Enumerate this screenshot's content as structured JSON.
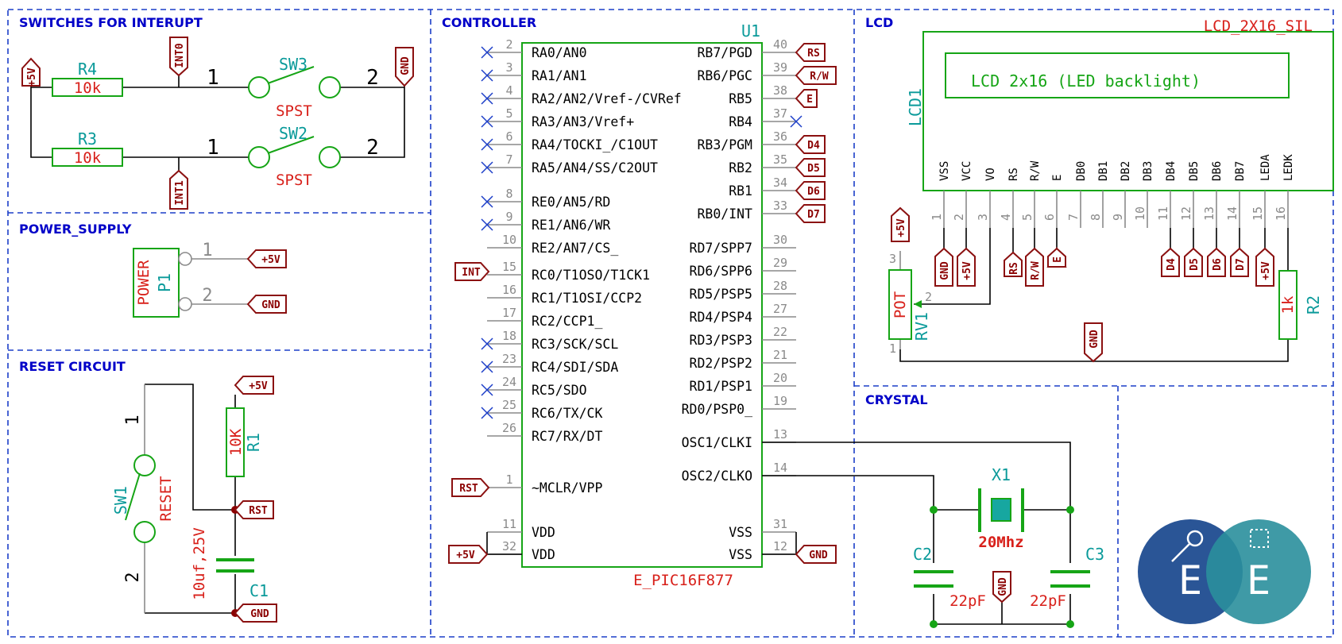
{
  "sections": {
    "switches": "SWITCHES FOR INTERUPT",
    "power": "POWER_SUPPLY",
    "reset": "RESET CIRCUIT",
    "controller": "CONTROLLER",
    "lcd": "LCD",
    "crystal": "CRYSTAL"
  },
  "labels": {
    "p5v": "+5V",
    "gnd": "GND",
    "int0": "INT0",
    "int1": "INT1",
    "int": "INT",
    "rst": "RST",
    "rs": "RS",
    "rw": "R/W",
    "e": "E",
    "d4": "D4",
    "d5": "D5",
    "d6": "D6",
    "d7": "D7"
  },
  "components": {
    "r4": {
      "ref": "R4",
      "value": "10k"
    },
    "r3": {
      "ref": "R3",
      "value": "10k"
    },
    "sw3": {
      "ref": "SW3",
      "value": "SPST",
      "pin1": "1",
      "pin2": "2"
    },
    "sw2": {
      "ref": "SW2",
      "value": "SPST",
      "pin1": "1",
      "pin2": "2"
    },
    "p1": {
      "ref": "P1",
      "value": "POWER",
      "pin1": "1",
      "pin2": "2"
    },
    "sw1": {
      "ref": "SW1",
      "value": "RESET",
      "pin1": "1",
      "pin2": "2"
    },
    "r1": {
      "ref": "R1",
      "value": "10K"
    },
    "c1": {
      "ref": "C1",
      "value": "10uf,25V"
    },
    "u1": {
      "ref": "U1",
      "value": "E_PIC16F877"
    },
    "lcd1": {
      "ref": "LCD1",
      "value": "LCD_2X16_SIL",
      "screen": "LCD 2x16 (LED backlight)"
    },
    "rv1": {
      "ref": "RV1",
      "value": "POT",
      "pin1": "1",
      "pin2": "2",
      "pin3": "3"
    },
    "r2": {
      "ref": "R2",
      "value": "1k"
    },
    "x1": {
      "ref": "X1",
      "value": "20Mhz"
    },
    "c2": {
      "ref": "C2",
      "value": "22pF"
    },
    "c3": {
      "ref": "C3",
      "value": "22pF"
    }
  },
  "u1_left": [
    {
      "num": "2",
      "name": "RA0/AN0"
    },
    {
      "num": "3",
      "name": "RA1/AN1"
    },
    {
      "num": "4",
      "name": "RA2/AN2/Vref-/CVRef"
    },
    {
      "num": "5",
      "name": "RA3/AN3/Vref+"
    },
    {
      "num": "6",
      "name": "RA4/TOCKI_/C1OUT"
    },
    {
      "num": "7",
      "name": "RA5/AN4/SS/C2OUT"
    },
    {
      "num": "8",
      "name": "RE0/AN5/RD"
    },
    {
      "num": "9",
      "name": "RE1/AN6/WR"
    },
    {
      "num": "10",
      "name": "RE2/AN7/CS_"
    },
    {
      "num": "15",
      "name": "RC0/T1OSO/T1CK1"
    },
    {
      "num": "16",
      "name": "RC1/T1OSI/CCP2"
    },
    {
      "num": "17",
      "name": "RC2/CCP1_"
    },
    {
      "num": "18",
      "name": "RC3/SCK/SCL"
    },
    {
      "num": "23",
      "name": "RC4/SDI/SDA"
    },
    {
      "num": "24",
      "name": "RC5/SDO"
    },
    {
      "num": "25",
      "name": "RC6/TX/CK"
    },
    {
      "num": "26",
      "name": "RC7/RX/DT"
    },
    {
      "num": "1",
      "name": "~MCLR/VPP"
    },
    {
      "num": "11",
      "name": "VDD"
    },
    {
      "num": "32",
      "name": "VDD"
    }
  ],
  "u1_right": [
    {
      "num": "40",
      "name": "RB7/PGD"
    },
    {
      "num": "39",
      "name": "RB6/PGC"
    },
    {
      "num": "38",
      "name": "RB5"
    },
    {
      "num": "37",
      "name": "RB4"
    },
    {
      "num": "36",
      "name": "RB3/PGM"
    },
    {
      "num": "35",
      "name": "RB2"
    },
    {
      "num": "34",
      "name": "RB1"
    },
    {
      "num": "33",
      "name": "RB0/INT"
    },
    {
      "num": "30",
      "name": "RD7/SPP7"
    },
    {
      "num": "29",
      "name": "RD6/SPP6"
    },
    {
      "num": "28",
      "name": "RD5/PSP5"
    },
    {
      "num": "27",
      "name": "RD4/PSP4"
    },
    {
      "num": "22",
      "name": "RD3/PSP3"
    },
    {
      "num": "21",
      "name": "RD2/PSP2"
    },
    {
      "num": "20",
      "name": "RD1/PSP1"
    },
    {
      "num": "19",
      "name": "RD0/PSP0_"
    },
    {
      "num": "13",
      "name": "OSC1/CLKI"
    },
    {
      "num": "14",
      "name": "OSC2/CLKO"
    },
    {
      "num": "31",
      "name": "VSS"
    },
    {
      "num": "12",
      "name": "VSS"
    }
  ],
  "lcd_pins": [
    {
      "num": "1",
      "name": "VSS"
    },
    {
      "num": "2",
      "name": "VCC"
    },
    {
      "num": "3",
      "name": "VO"
    },
    {
      "num": "4",
      "name": "RS"
    },
    {
      "num": "5",
      "name": "R/W"
    },
    {
      "num": "6",
      "name": "E"
    },
    {
      "num": "7",
      "name": "DB0"
    },
    {
      "num": "8",
      "name": "DB1"
    },
    {
      "num": "9",
      "name": "DB2"
    },
    {
      "num": "10",
      "name": "DB3"
    },
    {
      "num": "11",
      "name": "DB4"
    },
    {
      "num": "12",
      "name": "DB5"
    },
    {
      "num": "13",
      "name": "DB6"
    },
    {
      "num": "14",
      "name": "DB7"
    },
    {
      "num": "15",
      "name": "LEDA"
    },
    {
      "num": "16",
      "name": "LEDK"
    }
  ],
  "logo": {
    "left": "E",
    "right": "E"
  },
  "colors": {
    "frame": "#1c3ec8",
    "section_title": "#0000c8",
    "body": "#16a516",
    "ref": "#0a9a9a",
    "value": "#d8201a",
    "label": "#8b0000",
    "logo_left": "#2a5596",
    "logo_right": "#2a8f9c"
  }
}
